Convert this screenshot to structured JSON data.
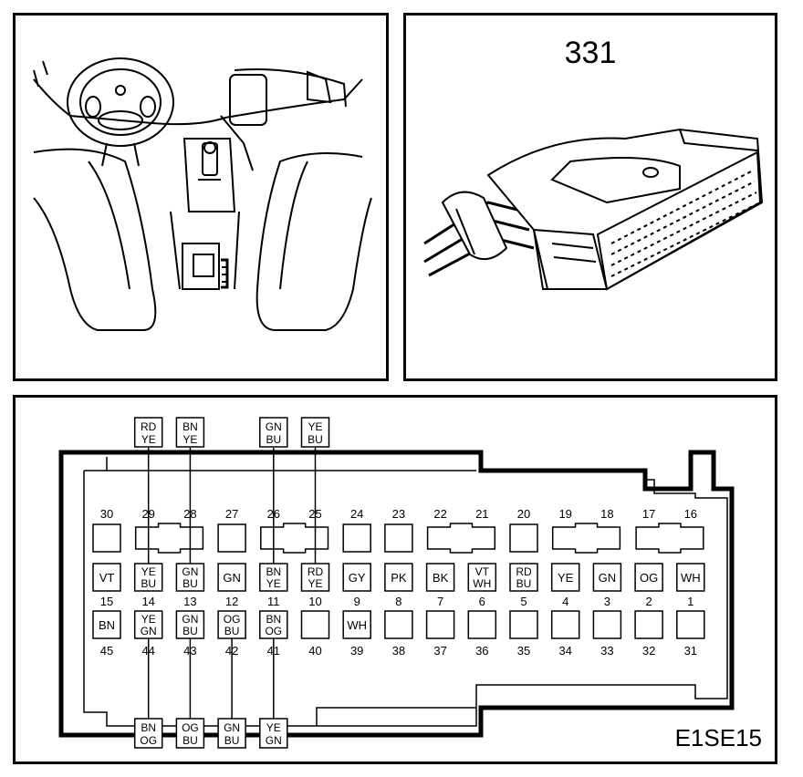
{
  "panels": {
    "connector_view": {
      "number": "331"
    },
    "pinout": {
      "figure_code": "E1SE15"
    }
  },
  "pin_rows": {
    "top": {
      "numbers": [
        "30",
        "29",
        "28",
        "27",
        "26",
        "25",
        "24",
        "23",
        "22",
        "21",
        "20",
        "19",
        "18",
        "17",
        "16"
      ],
      "sockets": [
        {
          "id": "30",
          "wire": []
        },
        {
          "id": "29-28",
          "wire": []
        },
        {
          "id": "27",
          "wire": []
        },
        {
          "id": "26-25",
          "wire": []
        },
        {
          "id": "24",
          "wire": []
        },
        {
          "id": "23",
          "wire": []
        },
        {
          "id": "22-21",
          "wire": []
        },
        {
          "id": "20",
          "wire": []
        },
        {
          "id": "19-18",
          "wire": []
        },
        {
          "id": "17-16",
          "wire": []
        }
      ]
    },
    "middle": {
      "pins": [
        {
          "number": "15",
          "wire": [
            "VT"
          ]
        },
        {
          "number": "14",
          "wire": [
            "YE",
            "BU"
          ]
        },
        {
          "number": "13",
          "wire": [
            "GN",
            "BU"
          ]
        },
        {
          "number": "12",
          "wire": [
            "GN"
          ]
        },
        {
          "number": "11",
          "wire": [
            "BN",
            "YE"
          ]
        },
        {
          "number": "10",
          "wire": [
            "RD",
            "YE"
          ]
        },
        {
          "number": "9",
          "wire": [
            "GY"
          ]
        },
        {
          "number": "8",
          "wire": [
            "PK"
          ]
        },
        {
          "number": "7",
          "wire": [
            "BK"
          ]
        },
        {
          "number": "6",
          "wire": [
            "VT",
            "WH"
          ]
        },
        {
          "number": "5",
          "wire": [
            "RD",
            "BU"
          ]
        },
        {
          "number": "4",
          "wire": [
            "YE"
          ]
        },
        {
          "number": "3",
          "wire": [
            "GN"
          ]
        },
        {
          "number": "2",
          "wire": [
            "OG"
          ]
        },
        {
          "number": "1",
          "wire": [
            "WH"
          ]
        }
      ]
    },
    "bottom": {
      "pins": [
        {
          "number": "45",
          "wire": [
            "BN"
          ]
        },
        {
          "number": "44",
          "wire": [
            "YE",
            "GN"
          ]
        },
        {
          "number": "43",
          "wire": [
            "GN",
            "BU"
          ]
        },
        {
          "number": "42",
          "wire": [
            "OG",
            "BU"
          ]
        },
        {
          "number": "41",
          "wire": [
            "BN",
            "OG"
          ]
        },
        {
          "number": "40",
          "wire": []
        },
        {
          "number": "39",
          "wire": [
            "WH"
          ]
        },
        {
          "number": "38",
          "wire": []
        },
        {
          "number": "37",
          "wire": []
        },
        {
          "number": "36",
          "wire": []
        },
        {
          "number": "35",
          "wire": []
        },
        {
          "number": "34",
          "wire": []
        },
        {
          "number": "33",
          "wire": []
        },
        {
          "number": "32",
          "wire": []
        },
        {
          "number": "31",
          "wire": []
        }
      ]
    }
  },
  "callouts": {
    "top": [
      {
        "wire": [
          "RD",
          "YE"
        ],
        "to_pin": "14"
      },
      {
        "wire": [
          "BN",
          "YE"
        ],
        "to_pin": "13"
      },
      {
        "wire": [
          "GN",
          "BU"
        ],
        "to_pin": "11"
      },
      {
        "wire": [
          "YE",
          "BU"
        ],
        "to_pin": "10"
      }
    ],
    "bottom": [
      {
        "wire": [
          "BN",
          "OG"
        ],
        "to_pin": "44"
      },
      {
        "wire": [
          "OG",
          "BU"
        ],
        "to_pin": "43"
      },
      {
        "wire": [
          "GN",
          "BU"
        ],
        "to_pin": "42"
      },
      {
        "wire": [
          "YE",
          "GN"
        ],
        "to_pin": "41"
      }
    ]
  }
}
